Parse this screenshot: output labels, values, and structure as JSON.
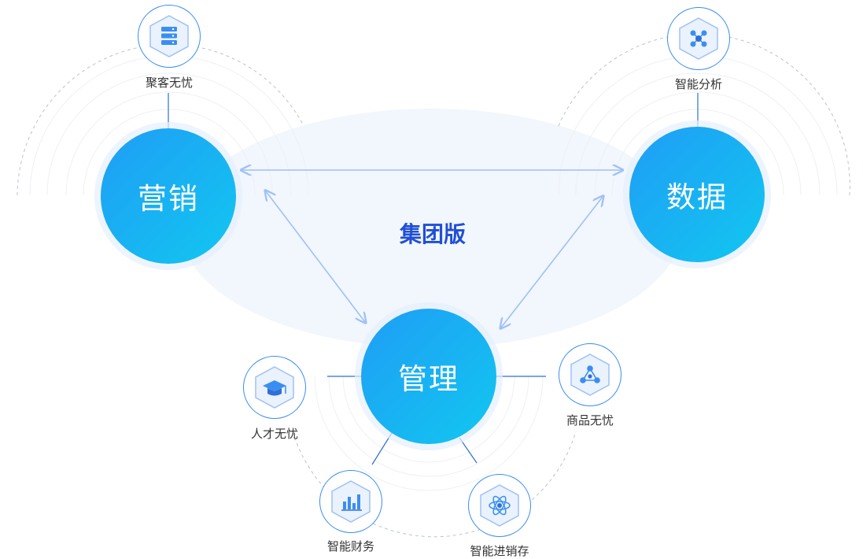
{
  "center": {
    "title": "集团版"
  },
  "hubs": [
    {
      "id": "marketing",
      "label": "营销"
    },
    {
      "id": "data",
      "label": "数据"
    },
    {
      "id": "management",
      "label": "管理"
    }
  ],
  "features": [
    {
      "id": "customer",
      "label": "聚客无忧",
      "icon": "server-icon"
    },
    {
      "id": "analysis",
      "label": "智能分析",
      "icon": "network-nodes-icon"
    },
    {
      "id": "talent",
      "label": "人才无忧",
      "icon": "graduation-cap-icon"
    },
    {
      "id": "goods",
      "label": "商品无忧",
      "icon": "molecule-triangle-icon"
    },
    {
      "id": "finance",
      "label": "智能财务",
      "icon": "bar-chart-icon"
    },
    {
      "id": "inventory",
      "label": "智能进销存",
      "icon": "atom-icon"
    }
  ],
  "colors": {
    "hub_start": "#1f9df5",
    "hub_end": "#12c7f0",
    "accent": "#3a8ef0",
    "title": "#1f4fd6",
    "arrow": "#9ec1f5",
    "ellipse": "#f2f6fd"
  }
}
